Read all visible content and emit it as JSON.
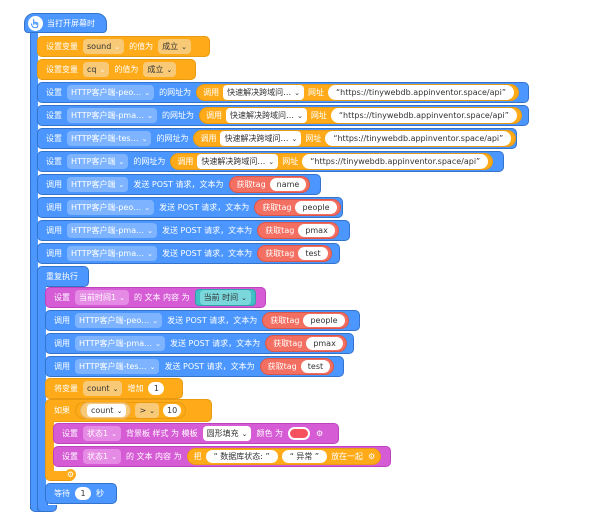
{
  "hat": {
    "label": "当打开屏幕时"
  },
  "set_var_sound": {
    "prefix": "设置变量",
    "var": "sound",
    "mid": "的值为",
    "value": "成立"
  },
  "set_var_cq": {
    "prefix": "设置变量",
    "var": "cq",
    "mid": "的值为",
    "value": "成立"
  },
  "set_urls": [
    {
      "prefix": "设置",
      "component": "HTTP客户端-peo…",
      "mid": "的网址为",
      "call": "调用",
      "method": "快速解决跨域问…",
      "arg": "网址",
      "url": "“https://tinywebdb.appinventor.space/api”"
    },
    {
      "prefix": "设置",
      "component": "HTTP客户端-pma…",
      "mid": "的网址为",
      "call": "调用",
      "method": "快速解决跨域问…",
      "arg": "网址",
      "url": "“https://tinywebdb.appinventor.space/api”"
    },
    {
      "prefix": "设置",
      "component": "HTTP客户端-tes…",
      "mid": "的网址为",
      "call": "调用",
      "method": "快速解决跨域问…",
      "arg": "网址",
      "url": "“https://tinywebdb.appinventor.space/api”"
    },
    {
      "prefix": "设置",
      "component": "HTTP客户端",
      "mid": "的网址为",
      "call": "调用",
      "method": "快速解决跨域问…",
      "arg": "网址",
      "url": "“https://tinywebdb.appinventor.space/api”"
    }
  ],
  "posts": [
    {
      "call": "调用",
      "component": "HTTP客户端",
      "action": "发送 POST 请求，文本为",
      "gettag": "获取tag",
      "tag": "name"
    },
    {
      "call": "调用",
      "component": "HTTP客户端-peo…",
      "action": "发送 POST 请求，文本为",
      "gettag": "获取tag",
      "tag": "people"
    },
    {
      "call": "调用",
      "component": "HTTP客户端-pma…",
      "action": "发送 POST 请求，文本为",
      "gettag": "获取tag",
      "tag": "pmax"
    },
    {
      "call": "调用",
      "component": "HTTP客户端-pma…",
      "action": "发送 POST 请求，文本为",
      "gettag": "获取tag",
      "tag": "test"
    }
  ],
  "repeat": {
    "label": "重复执行"
  },
  "set_time": {
    "prefix": "设置",
    "component": "当前时间1",
    "mid": "的 文本 内容 为",
    "value": "当前 时间"
  },
  "loop_posts": [
    {
      "call": "调用",
      "component": "HTTP客户端-peo…",
      "action": "发送 POST 请求，文本为",
      "gettag": "获取tag",
      "tag": "people"
    },
    {
      "call": "调用",
      "component": "HTTP客户端-pma…",
      "action": "发送 POST 请求，文本为",
      "gettag": "获取tag",
      "tag": "pmax"
    },
    {
      "call": "调用",
      "component": "HTTP客户端-tes…",
      "action": "发送 POST 请求，文本为",
      "gettag": "获取tag",
      "tag": "test"
    }
  ],
  "change_var": {
    "prefix": "将变量",
    "var": "count",
    "mid": "增加",
    "value": "1"
  },
  "if_block": {
    "label": "如果",
    "var": "count",
    "op": ">",
    "value": "10"
  },
  "set_bg": {
    "prefix": "设置",
    "component": "状态1",
    "mid": "背景板 样式 为 模板",
    "template": "圆形填充",
    "color_label": "颜色 为",
    "color": "#f5515f"
  },
  "set_status": {
    "prefix": "设置",
    "component": "状态1",
    "mid": "的 文本 内容 为",
    "join": "把",
    "s1": "“ 数据库状态: ”",
    "s2": "“ 异常 ”",
    "join_end": "放在一起"
  },
  "wait": {
    "prefix": "等待",
    "value": "1",
    "unit": "秒"
  }
}
